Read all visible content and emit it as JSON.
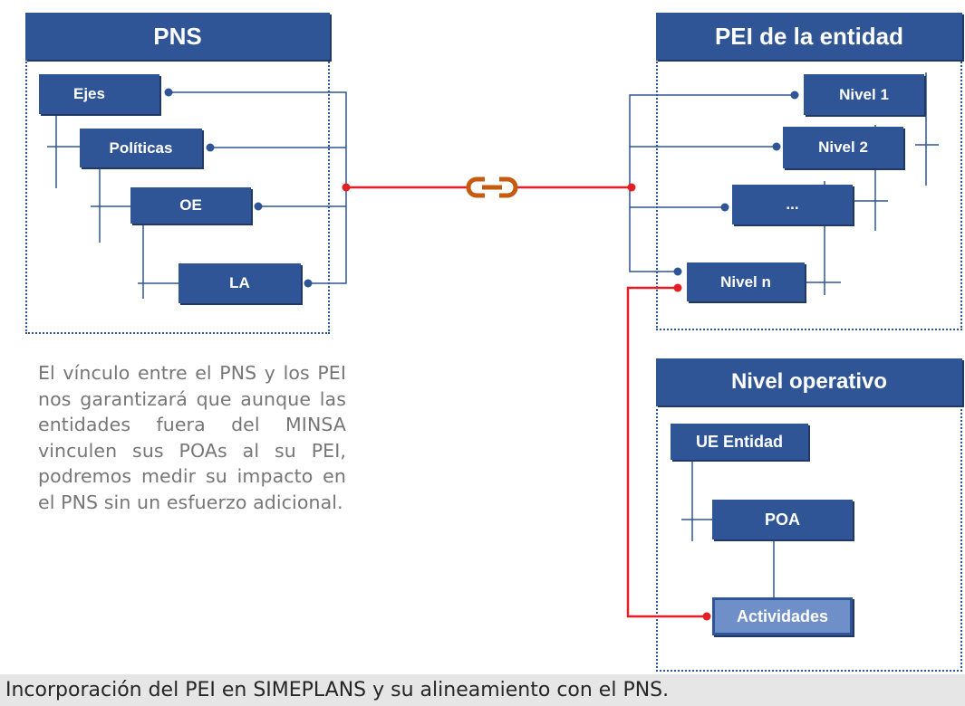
{
  "pns": {
    "title": "PNS",
    "items": [
      "Ejes",
      "Políticas",
      "OE",
      "LA"
    ]
  },
  "pei": {
    "title": "PEI de la entidad",
    "levels": [
      "Nivel 1",
      "Nivel 2",
      "...",
      "Nivel n"
    ]
  },
  "operativo": {
    "title": "Nivel operativo",
    "items": [
      "UE Entidad",
      "POA",
      "Actividades"
    ]
  },
  "description": "El vínculo entre el PNS y los PEI nos garantizará que aunque las entidades fuera del MINSA vinculen sus POAs al su PEI, podremos medir su impacto en el PNS sin un esfuerzo adicional.",
  "caption": "Incorporación del PEI en SIMEPLANS y su alineamiento con el PNS.",
  "icons": {
    "link": "chain-link-icon"
  },
  "colors": {
    "box_blue": "#2f5597",
    "link_red": "#e31e24",
    "chain_orange": "#c55a11",
    "connector": "#2f5597"
  }
}
